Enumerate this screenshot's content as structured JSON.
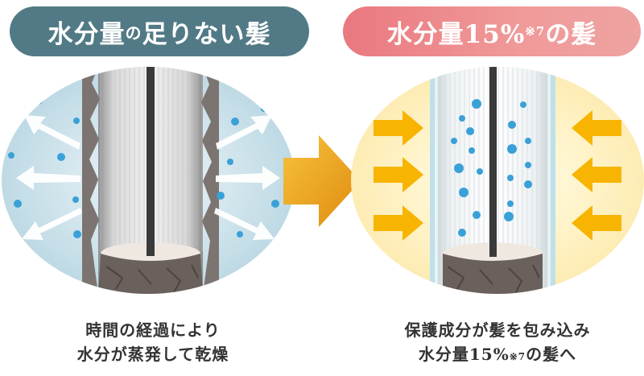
{
  "left_panel": {
    "title_main": "水分量",
    "title_no": "の",
    "title_rest": "足りない髪",
    "caption_line1": "時間の経過により",
    "caption_line2": "水分が蒸発して乾燥"
  },
  "right_panel": {
    "title_main": "水分量15%",
    "title_note": "※7",
    "title_rest": "の髪",
    "caption_line1": "保護成分が髪を包み込み",
    "caption_line2_main": "水分量15%",
    "caption_line2_note": "※7",
    "caption_line2_rest": "の髪へ"
  },
  "colors": {
    "left_pill": "#527a86",
    "right_pill": "#ee8a8e",
    "middle_arrow": "#f0a01a",
    "inward_arrow": "#f7b400",
    "water_drop": "#3aa0d8"
  },
  "icons": [
    "evaporation-arrow-icon",
    "direction-arrow-icon",
    "inward-arrow-icon",
    "water-drop-icon",
    "hair-strand-icon"
  ]
}
